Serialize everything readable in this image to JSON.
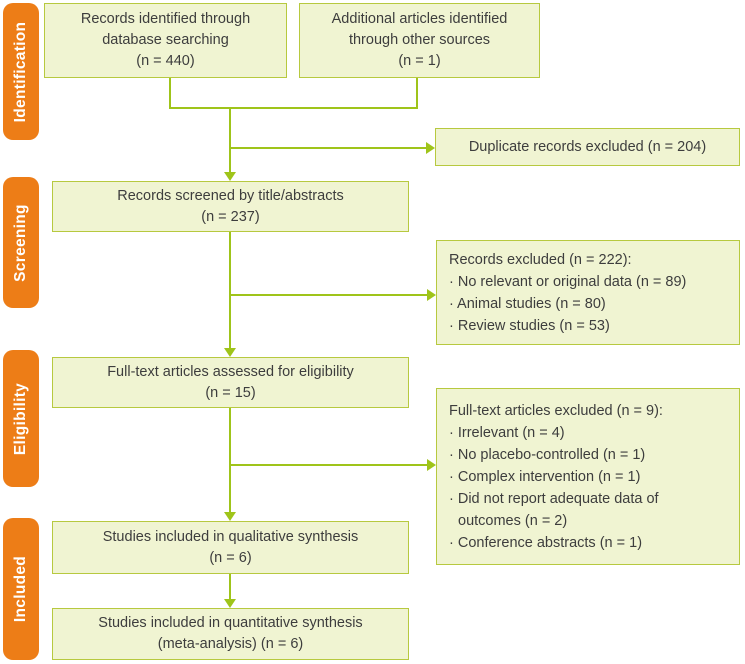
{
  "diagram": {
    "type": "PRISMA flow diagram"
  },
  "stages": {
    "identification": "Identification",
    "screening": "Screening",
    "eligibility": "Eligibility",
    "included": "Included"
  },
  "boxes": {
    "records_identified": {
      "lines": [
        "Records identified through",
        "database searching",
        "(n = 440)"
      ]
    },
    "additional_articles": {
      "lines": [
        "Additional articles identified",
        "through other sources",
        "(n = 1)"
      ]
    },
    "duplicates_excluded": {
      "lines": [
        "Duplicate records excluded (n = 204)"
      ]
    },
    "records_screened": {
      "lines": [
        "Records screened by title/abstracts",
        "(n = 237)"
      ]
    },
    "records_excluded": {
      "lines": [
        "Records excluded (n = 222):",
        "· No relevant or original data (n = 89)",
        "· Animal studies (n = 80)",
        "· Review studies (n = 53)"
      ]
    },
    "fulltext_assessed": {
      "lines": [
        "Full-text articles assessed for eligibility",
        "(n = 15)"
      ]
    },
    "fulltext_excluded": {
      "lines": [
        "Full-text articles excluded (n = 9):",
        "· Irrelevant (n = 4)",
        "· No placebo-controlled (n = 1)",
        "· Complex intervention (n = 1)",
        "· Did not report adequate data of",
        "outcomes (n = 2)",
        "· Conference abstracts (n = 1)"
      ]
    },
    "qualitative_synthesis": {
      "lines": [
        "Studies included in qualitative synthesis",
        "(n = 6)"
      ]
    },
    "quantitative_synthesis": {
      "lines": [
        "Studies included in quantitative synthesis",
        "(meta-analysis) (n = 6)"
      ]
    }
  },
  "colors": {
    "stage_bar": "#ED7D17",
    "stage_text": "#FFFFFF",
    "box_fill": "#F0F4D2",
    "box_border": "#B7C93F",
    "connector": "#9FC41A",
    "text": "#3D3D3D",
    "bg": "#FFFFFF"
  }
}
